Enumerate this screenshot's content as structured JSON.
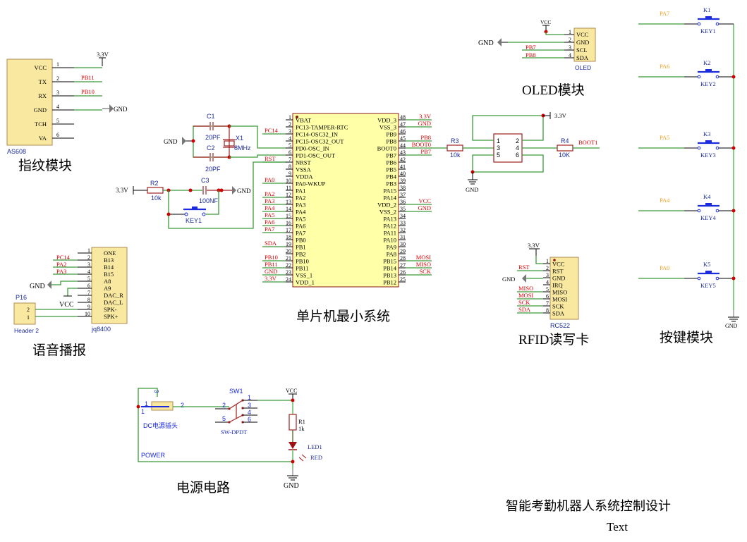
{
  "blocks": {
    "fingerprint": {
      "title": "指纹模块",
      "part": "AS608",
      "pins": [
        {
          "num": "1",
          "name": "VCC",
          "net": "3.3V"
        },
        {
          "num": "2",
          "name": "TX",
          "net": "PB11"
        },
        {
          "num": "3",
          "name": "RX",
          "net": "PB10"
        },
        {
          "num": "4",
          "name": "GND",
          "net": "GND"
        },
        {
          "num": "5",
          "name": "TCH",
          "net": ""
        },
        {
          "num": "6",
          "name": "VA",
          "net": ""
        }
      ]
    },
    "voice": {
      "title": "语音播报",
      "part": "jq8400",
      "header_ref": "P16",
      "header_part": "Header 2",
      "header_pins": [
        "2",
        "1"
      ],
      "power_gnd": "GND",
      "power_vcc": "VCC",
      "pins": [
        {
          "num": "1",
          "name": "ONE",
          "net": ""
        },
        {
          "num": "2",
          "name": "B13",
          "net": "PC14"
        },
        {
          "num": "3",
          "name": "B14",
          "net": "PA2"
        },
        {
          "num": "4",
          "name": "B15",
          "net": "PA3"
        },
        {
          "num": "5",
          "name": "A8",
          "net": ""
        },
        {
          "num": "6",
          "name": "A9",
          "net": ""
        },
        {
          "num": "7",
          "name": "DAC_R",
          "net": ""
        },
        {
          "num": "8",
          "name": "DAC_L",
          "net": ""
        },
        {
          "num": "9",
          "name": "SPK-",
          "net": ""
        },
        {
          "num": "10",
          "name": "SPK+",
          "net": ""
        }
      ]
    },
    "mcu": {
      "title": "单片机最小系统",
      "left_pins": [
        {
          "num": "1",
          "name": "VBAT",
          "net": ""
        },
        {
          "num": "2",
          "name": "PC13-TAMPER-RTC",
          "net": ""
        },
        {
          "num": "3",
          "name": "PC14-OSC32_IN",
          "net": "PC14"
        },
        {
          "num": "4",
          "name": "PC15-OSC32_OUT",
          "net": ""
        },
        {
          "num": "5",
          "name": "PD0-OSC_IN",
          "net": ""
        },
        {
          "num": "6",
          "name": "PD1-OSC_OUT",
          "net": ""
        },
        {
          "num": "7",
          "name": "NRST",
          "net": "RST"
        },
        {
          "num": "8",
          "name": "VSSA",
          "net": ""
        },
        {
          "num": "9",
          "name": "VDDA",
          "net": ""
        },
        {
          "num": "10",
          "name": "PA0-WKUP",
          "net": "PA0"
        },
        {
          "num": "11",
          "name": "PA1",
          "net": ""
        },
        {
          "num": "12",
          "name": "PA2",
          "net": "PA2"
        },
        {
          "num": "13",
          "name": "PA3",
          "net": "PA3"
        },
        {
          "num": "14",
          "name": "PA4",
          "net": "PA4"
        },
        {
          "num": "15",
          "name": "PA5",
          "net": "PA5"
        },
        {
          "num": "16",
          "name": "PA6",
          "net": "PA6"
        },
        {
          "num": "17",
          "name": "PA7",
          "net": "PA7"
        },
        {
          "num": "18",
          "name": "PB0",
          "net": ""
        },
        {
          "num": "19",
          "name": "PB1",
          "net": "SDA"
        },
        {
          "num": "20",
          "name": "PB2",
          "net": ""
        },
        {
          "num": "21",
          "name": "PB10",
          "net": "PB10"
        },
        {
          "num": "22",
          "name": "PB11",
          "net": "PB11"
        },
        {
          "num": "23",
          "name": "VSS_1",
          "net": "GND"
        },
        {
          "num": "24",
          "name": "VDD_1",
          "net": "3.3V"
        }
      ],
      "right_pins": [
        {
          "num": "48",
          "name": "VDD_3",
          "net": "3.3V"
        },
        {
          "num": "47",
          "name": "VSS_3",
          "net": "GND"
        },
        {
          "num": "46",
          "name": "PB9",
          "net": ""
        },
        {
          "num": "45",
          "name": "PB8",
          "net": "PB8"
        },
        {
          "num": "44",
          "name": "BOOT0",
          "net": "BOOT0"
        },
        {
          "num": "43",
          "name": "PB7",
          "net": "PB7"
        },
        {
          "num": "42",
          "name": "PB6",
          "net": ""
        },
        {
          "num": "41",
          "name": "PB5",
          "net": ""
        },
        {
          "num": "40",
          "name": "PB4",
          "net": ""
        },
        {
          "num": "39",
          "name": "PB3",
          "net": ""
        },
        {
          "num": "38",
          "name": "PA15",
          "net": ""
        },
        {
          "num": "37",
          "name": "PA14",
          "net": ""
        },
        {
          "num": "36",
          "name": "VDD_2",
          "net": "VCC"
        },
        {
          "num": "35",
          "name": "VSS_2",
          "net": "GND"
        },
        {
          "num": "34",
          "name": "PA13",
          "net": ""
        },
        {
          "num": "33",
          "name": "PA12",
          "net": ""
        },
        {
          "num": "32",
          "name": "PA11",
          "net": ""
        },
        {
          "num": "31",
          "name": "PA10",
          "net": ""
        },
        {
          "num": "30",
          "name": "PA9",
          "net": ""
        },
        {
          "num": "29",
          "name": "PA8",
          "net": ""
        },
        {
          "num": "28",
          "name": "PB15",
          "net": "MOSI"
        },
        {
          "num": "27",
          "name": "PB14",
          "net": "MISO"
        },
        {
          "num": "26",
          "name": "PB13",
          "net": "SCK"
        },
        {
          "num": "25",
          "name": "PB12",
          "net": ""
        }
      ],
      "crystal": {
        "c1_ref": "C1",
        "c1_val": "20PF",
        "c2_ref": "C2",
        "c2_val": "20PF",
        "x_ref": "X1",
        "x_val": "8MHz",
        "gnd": "GND"
      },
      "reset": {
        "r_ref": "R2",
        "r_val": "10k",
        "c_ref": "C3",
        "c_val": "100NF",
        "key": "KEY1",
        "vcc": "3.3V",
        "gnd": "GND"
      },
      "boot": {
        "r3_ref": "R3",
        "r3_val": "10k",
        "r4_ref": "R4",
        "r4_val": "10K",
        "net_out": "BOOT1",
        "vcc": "3.3V",
        "gnd": "GND",
        "sw_pins": [
          "1",
          "2",
          "3",
          "4",
          "5",
          "6"
        ]
      }
    },
    "oled": {
      "title": "OLED模块",
      "part": "OLED",
      "vcc": "VCC",
      "gnd": "GND",
      "pins": [
        {
          "num": "1",
          "name": "VCC",
          "net": ""
        },
        {
          "num": "2",
          "name": "GND",
          "net": ""
        },
        {
          "num": "3",
          "name": "SCL",
          "net": "PB7"
        },
        {
          "num": "4",
          "name": "SDA",
          "net": "PB8"
        }
      ]
    },
    "rfid": {
      "title": "RFID读写卡",
      "part": "RC522",
      "vcc": "3.3V",
      "gnd": "GND",
      "pins": [
        {
          "num": "1",
          "name": "VCC",
          "net": ""
        },
        {
          "num": "2",
          "name": "RST",
          "net": "RST"
        },
        {
          "num": "3",
          "name": "GND",
          "net": ""
        },
        {
          "num": "4",
          "name": "IRQ",
          "net": ""
        },
        {
          "num": "5",
          "name": "MISO",
          "net": "MISO"
        },
        {
          "num": "6",
          "name": "MOSI",
          "net": "MOSI"
        },
        {
          "num": "7",
          "name": "SCK",
          "net": "SCK"
        },
        {
          "num": "8",
          "name": "SDA",
          "net": "SDA"
        }
      ]
    },
    "keys": {
      "title": "按键模块",
      "gnd": "GND",
      "items": [
        {
          "ref": "K1",
          "label": "KEY1",
          "net": "PA7"
        },
        {
          "ref": "K2",
          "label": "KEY2",
          "net": "PA6"
        },
        {
          "ref": "K3",
          "label": "KEY3",
          "net": "PA5"
        },
        {
          "ref": "K4",
          "label": "KEY4",
          "net": "PA4"
        },
        {
          "ref": "K5",
          "label": "KEY5",
          "net": "PA0"
        }
      ]
    },
    "power": {
      "title": "电源电路",
      "jack_label": "DC电源插头",
      "jack_pins": [
        "1",
        "1",
        "2",
        "3"
      ],
      "power_net": "POWER",
      "sw_ref": "SW1",
      "sw_part": "SW-DPDT",
      "sw_pins": [
        "2",
        "5",
        "1",
        "3",
        "4",
        "6"
      ],
      "vcc": "VCC",
      "r_ref": "R1",
      "r_val": "1k",
      "led_ref": "LED1",
      "led_val": "RED",
      "gnd": "GND"
    }
  },
  "footer": {
    "title": "智能考勤机器人系统控制设计",
    "subtitle": "Text"
  }
}
